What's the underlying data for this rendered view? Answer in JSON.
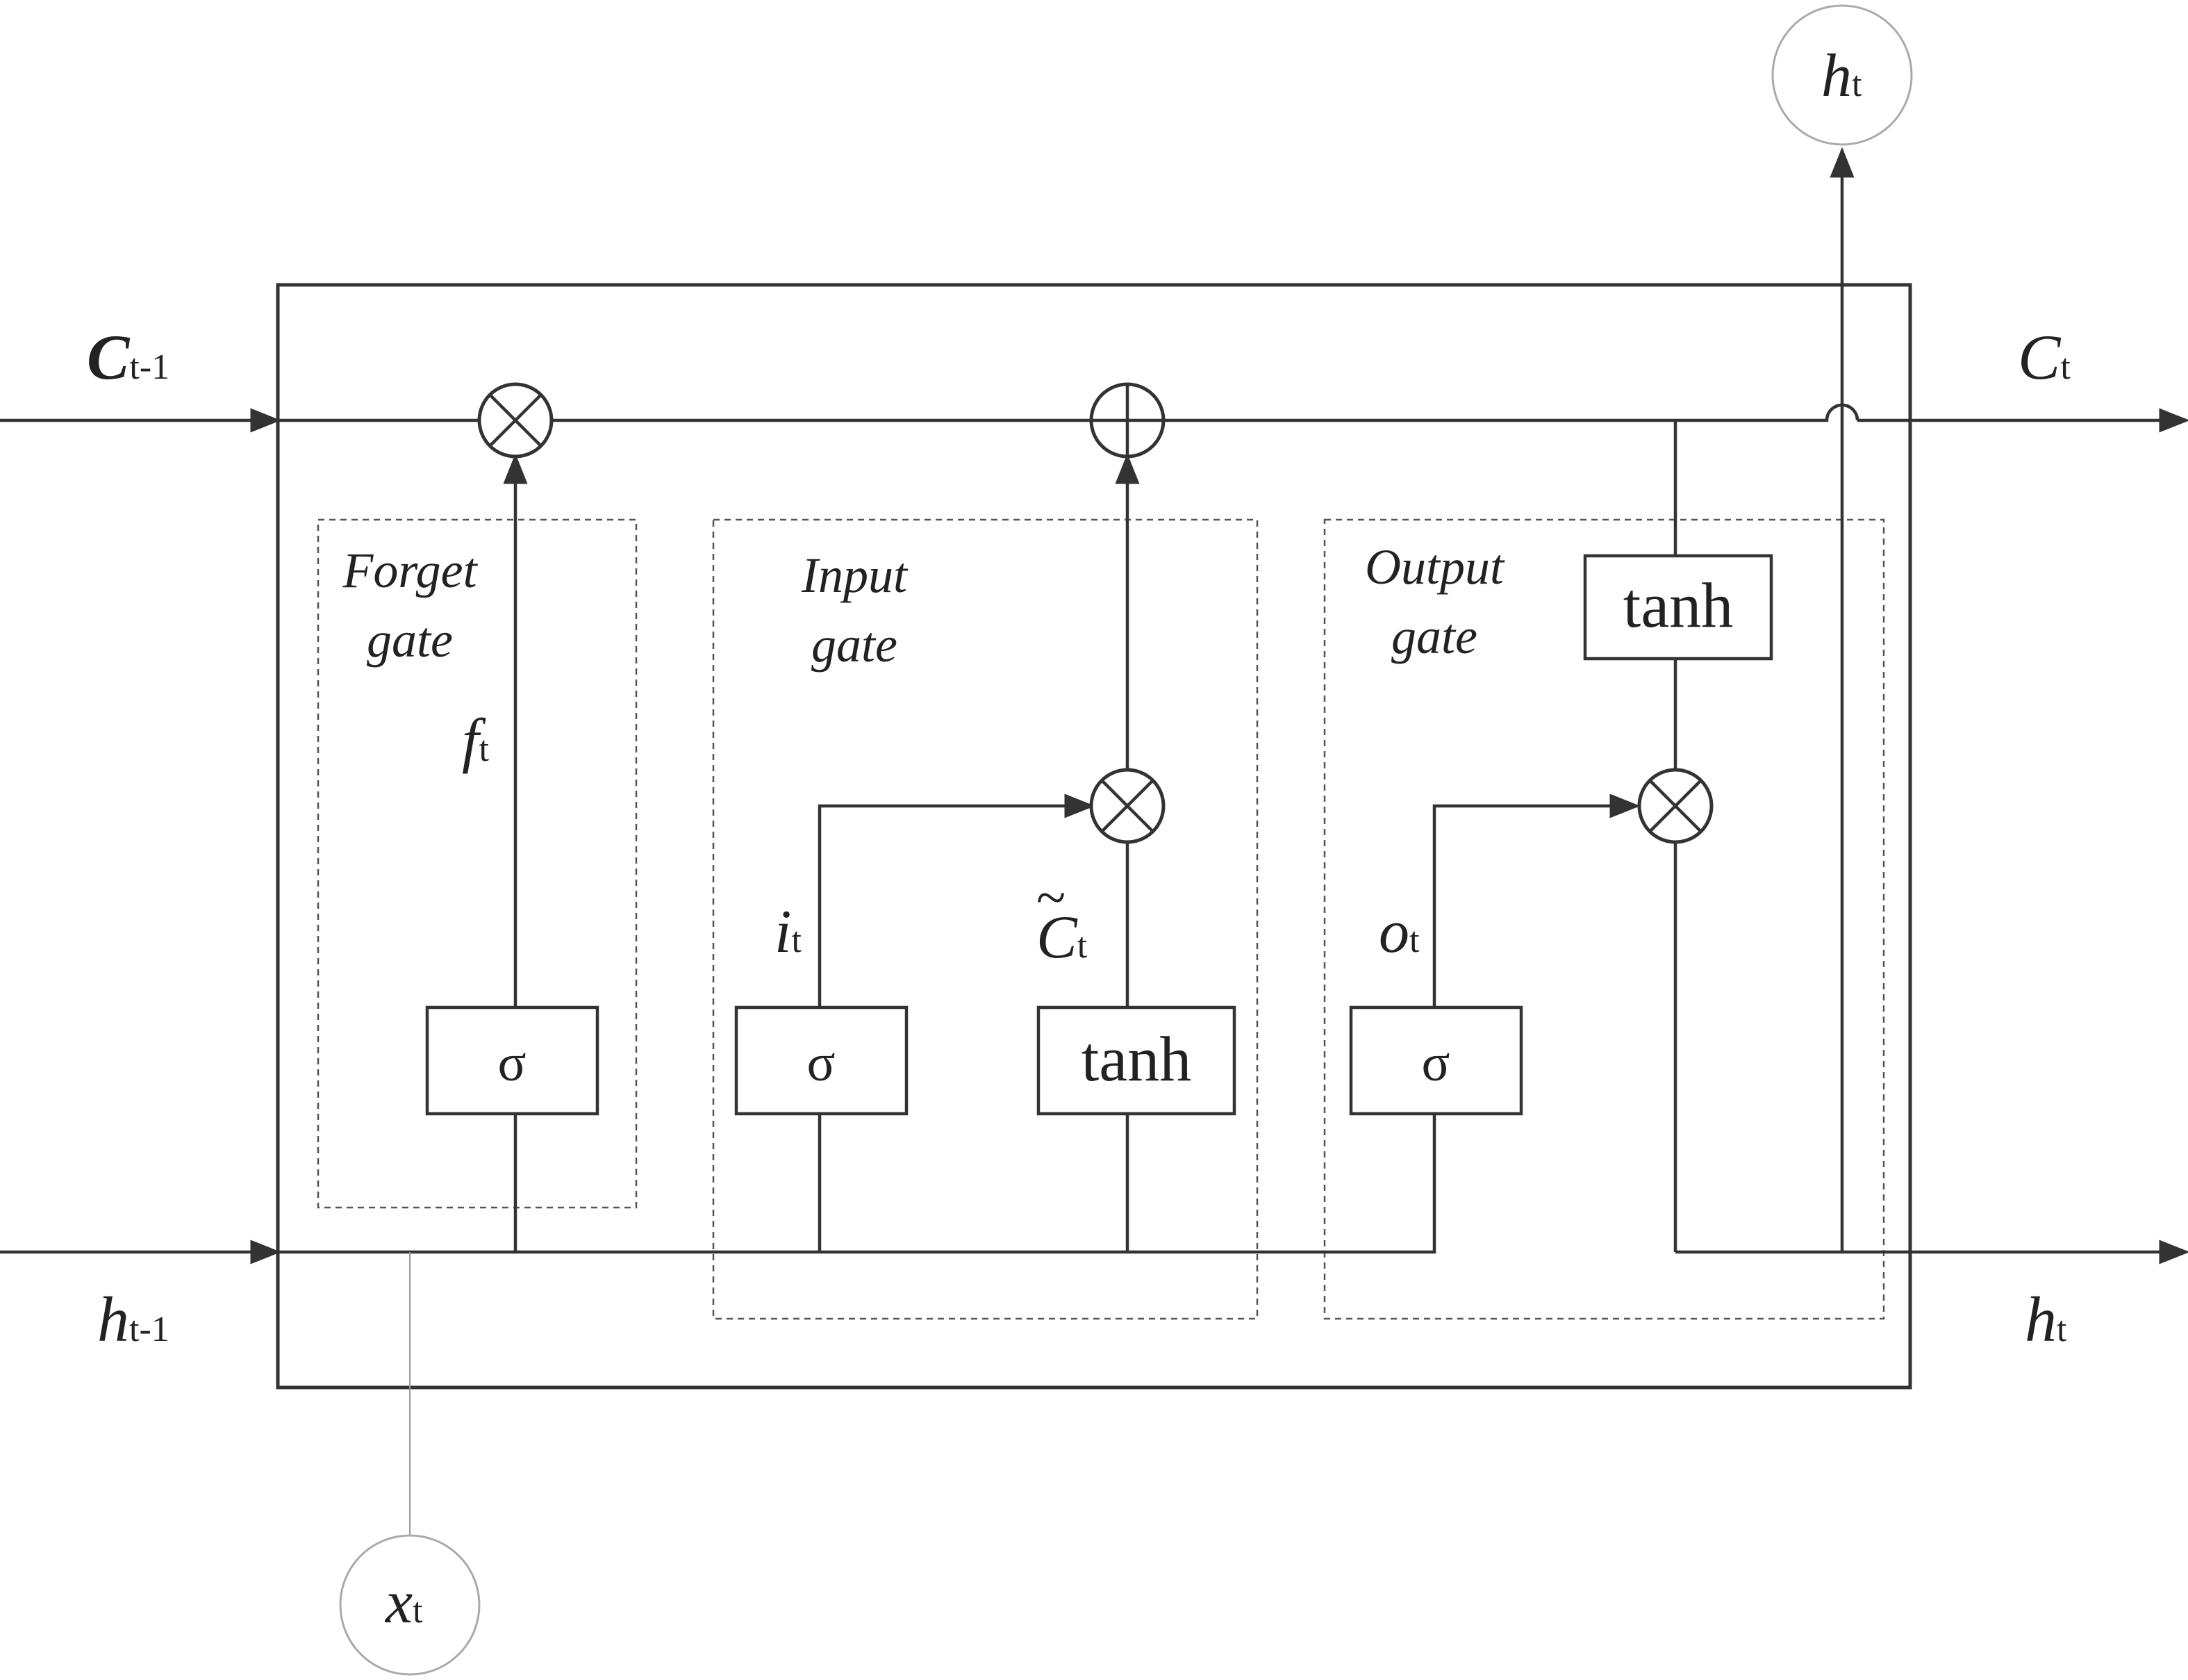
{
  "inputs": {
    "cell_prev": {
      "main": "C",
      "sub": "t-1"
    },
    "hidden_prev": {
      "main": "h",
      "sub": "t-1"
    },
    "x": {
      "main": "x",
      "sub": "t"
    }
  },
  "outputs": {
    "cell": {
      "main": "C",
      "sub": "t"
    },
    "hidden_bottom": {
      "main": "h",
      "sub": "t"
    },
    "hidden_top": {
      "main": "h",
      "sub": "t"
    }
  },
  "gates": {
    "forget": {
      "line1": "Forget",
      "line2": "gate",
      "activation": "σ",
      "signal": {
        "main": "f",
        "sub": "t"
      }
    },
    "input": {
      "line1": "Input",
      "line2": "gate",
      "activation": "σ",
      "candidate_activation": "tanh",
      "signal": {
        "main": "i",
        "sub": "t"
      },
      "candidate": {
        "main": "C",
        "sub": "t",
        "accent": "~"
      }
    },
    "output": {
      "line1": "Output",
      "line2": "gate",
      "activation": "σ",
      "signal": {
        "main": "o",
        "sub": "t"
      }
    }
  },
  "cell_tanh": "tanh"
}
